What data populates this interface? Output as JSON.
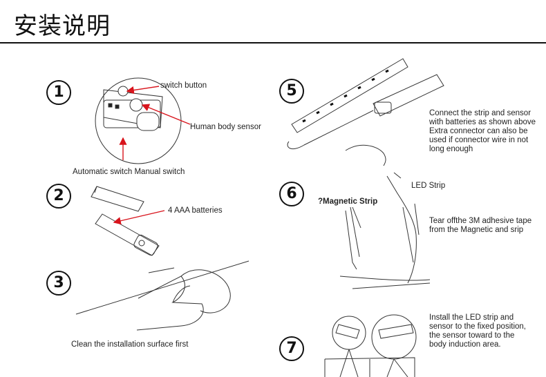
{
  "title": "安装说明",
  "steps": {
    "s1": {
      "number": "1",
      "switch_button": "switch button",
      "human_body_sensor": "Human body sensor",
      "switches": "Automatic switch  Manual switch"
    },
    "s2": {
      "number": "2",
      "batteries": "4 AAA batteries"
    },
    "s3": {
      "number": "3",
      "caption": "Clean the installation surface first"
    },
    "s5": {
      "number": "5",
      "text": [
        "Connect the strip and sensor",
        "with batteries as shown above",
        "Extra connector can also be",
        "used if connector wire in not",
        "long enough"
      ]
    },
    "s6": {
      "number": "6",
      "led_strip": "LED Strip",
      "magnetic_strip": "?Magnetic Strip",
      "text": [
        "Tear offthe 3M adhesive tape",
        "from the Magnetic and srip"
      ]
    },
    "s7": {
      "number": "7",
      "text": [
        "Install the LED strip and",
        "sensor to the fixed position,",
        "the sensor toward to the",
        "body induction area."
      ]
    }
  },
  "colors": {
    "arrow": "#d8141c",
    "ink": "#111111"
  }
}
